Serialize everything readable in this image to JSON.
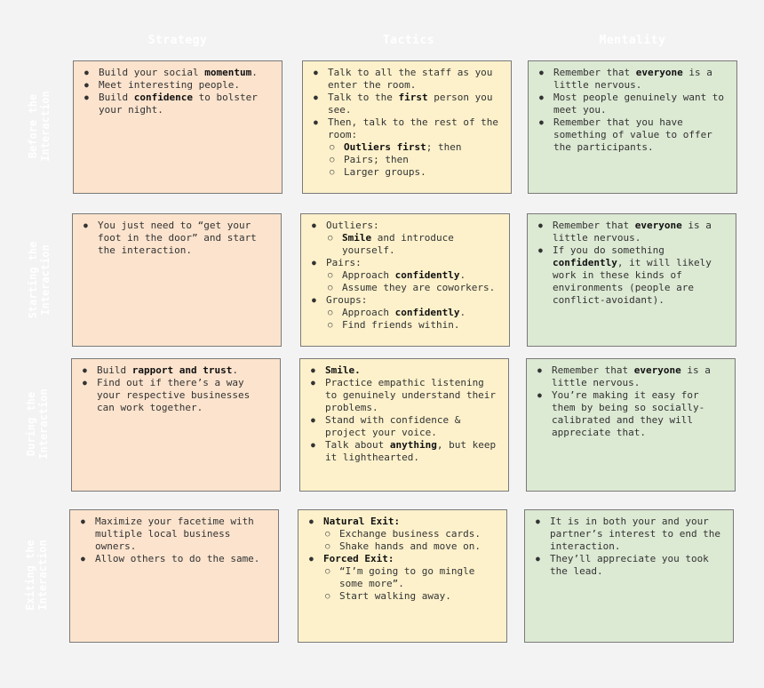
{
  "columns": [
    "Strategy",
    "Tactics",
    "Mentality"
  ],
  "rows": [
    {
      "label_line1": "Before the",
      "label_line2": "Interaction",
      "strategy": [
        [
          {
            "t": "Build your social "
          },
          {
            "t": "momentum",
            "b": true
          },
          {
            "t": "."
          }
        ],
        [
          {
            "t": "Meet interesting people."
          }
        ],
        [
          {
            "t": "Build "
          },
          {
            "t": "confidence",
            "b": true
          },
          {
            "t": " to bolster your night."
          }
        ]
      ],
      "tactics": [
        {
          "text": [
            {
              "t": "Talk to all the staff as you enter the room."
            }
          ]
        },
        {
          "text": [
            {
              "t": "Talk to the "
            },
            {
              "t": "first",
              "b": true
            },
            {
              "t": " person you see."
            }
          ]
        },
        {
          "text": [
            {
              "t": "Then, talk to the rest of the room:"
            }
          ],
          "sub": [
            [
              {
                "t": "Outliers first",
                "b": true
              },
              {
                "t": "; then"
              }
            ],
            [
              {
                "t": "Pairs; then"
              }
            ],
            [
              {
                "t": "Larger groups."
              }
            ]
          ]
        }
      ],
      "mentality": [
        [
          {
            "t": "Remember that "
          },
          {
            "t": "everyone",
            "b": true
          },
          {
            "t": " is a little nervous."
          }
        ],
        [
          {
            "t": "Most people genuinely want to meet you."
          }
        ],
        [
          {
            "t": "Remember that you have something of value to offer the participants."
          }
        ]
      ]
    },
    {
      "label_line1": "Starting the",
      "label_line2": "Interaction",
      "strategy": [
        [
          {
            "t": "You just need to “get your foot in the door” and start the interaction."
          }
        ]
      ],
      "tactics": [
        {
          "text": [
            {
              "t": "Outliers:"
            }
          ],
          "sub": [
            [
              {
                "t": "Smile",
                "b": true
              },
              {
                "t": " and introduce yourself."
              }
            ]
          ]
        },
        {
          "text": [
            {
              "t": "Pairs:"
            }
          ],
          "sub": [
            [
              {
                "t": "Approach "
              },
              {
                "t": "confidently",
                "b": true
              },
              {
                "t": "."
              }
            ],
            [
              {
                "t": "Assume they are coworkers."
              }
            ]
          ]
        },
        {
          "text": [
            {
              "t": "Groups:"
            }
          ],
          "sub": [
            [
              {
                "t": "Approach "
              },
              {
                "t": "confidently",
                "b": true
              },
              {
                "t": "."
              }
            ],
            [
              {
                "t": "Find friends within."
              }
            ]
          ]
        }
      ],
      "mentality": [
        [
          {
            "t": "Remember that "
          },
          {
            "t": "everyone",
            "b": true
          },
          {
            "t": " is a little nervous."
          }
        ],
        [
          {
            "t": "If you do something "
          },
          {
            "t": "confidently",
            "b": true
          },
          {
            "t": ", it will likely work in these kinds of environments (people are conflict-avoidant)."
          }
        ]
      ]
    },
    {
      "label_line1": "During the",
      "label_line2": "Interaction",
      "strategy": [
        [
          {
            "t": "Build "
          },
          {
            "t": "rapport and trust",
            "b": true
          },
          {
            "t": "."
          }
        ],
        [
          {
            "t": "Find out if there’s a way your respective businesses can work together."
          }
        ]
      ],
      "tactics": [
        {
          "text": [
            {
              "t": "Smile.",
              "b": true
            }
          ]
        },
        {
          "text": [
            {
              "t": "Practice empathic listening to genuinely understand their problems."
            }
          ]
        },
        {
          "text": [
            {
              "t": "Stand with confidence & project your voice."
            }
          ]
        },
        {
          "text": [
            {
              "t": "Talk about "
            },
            {
              "t": "anything",
              "b": true
            },
            {
              "t": ", but keep it lighthearted."
            }
          ]
        }
      ],
      "mentality": [
        [
          {
            "t": "Remember that "
          },
          {
            "t": "everyone",
            "b": true
          },
          {
            "t": " is a little nervous."
          }
        ],
        [
          {
            "t": "You’re making it easy for them by being so socially-calibrated and they will appreciate that."
          }
        ]
      ]
    },
    {
      "label_line1": "Exiting the",
      "label_line2": "Interaction",
      "strategy": [
        [
          {
            "t": "Maximize your facetime with multiple local business owners."
          }
        ],
        [
          {
            "t": "Allow others to do the same."
          }
        ]
      ],
      "tactics": [
        {
          "text": [
            {
              "t": "Natural Exit:",
              "b": true
            }
          ],
          "sub": [
            [
              {
                "t": "Exchange business cards."
              }
            ],
            [
              {
                "t": "Shake hands and move on."
              }
            ]
          ]
        },
        {
          "text": [
            {
              "t": "Forced Exit:",
              "b": true
            }
          ],
          "sub": [
            [
              {
                "t": "“I’m going to go mingle some more”."
              }
            ],
            [
              {
                "t": "Start walking away."
              }
            ]
          ]
        }
      ],
      "mentality": [
        [
          {
            "t": "It is in both your and your partner’s interest to end the interaction."
          }
        ],
        [
          {
            "t": "They’ll appreciate you took the lead."
          }
        ]
      ]
    }
  ]
}
